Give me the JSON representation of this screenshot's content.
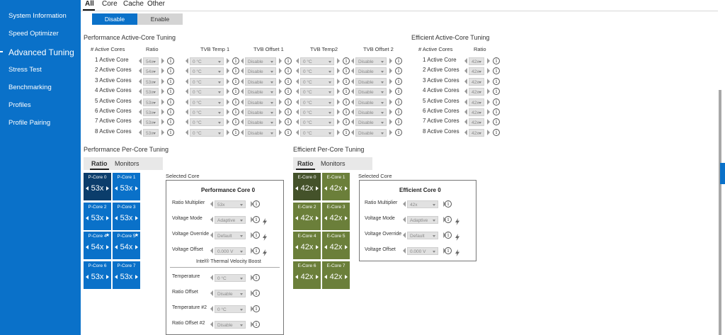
{
  "sidebar": {
    "items": [
      {
        "label": "System Information"
      },
      {
        "label": "Speed Optimizer"
      },
      {
        "label": "Advanced Tuning"
      },
      {
        "label": "Stress Test"
      },
      {
        "label": "Benchmarking"
      },
      {
        "label": "Profiles"
      },
      {
        "label": "Profile Pairing"
      }
    ],
    "active": "Advanced Tuning"
  },
  "top_tabs": [
    {
      "label": "All",
      "active": true
    },
    {
      "label": "Core",
      "active": false
    },
    {
      "label": "Cache",
      "active": false
    },
    {
      "label": "Other",
      "active": false
    }
  ],
  "toggle": {
    "disable": "Disable",
    "enable": "Enable",
    "selected": "Disable"
  },
  "perf_active": {
    "title": "Performance Active-Core Tuning",
    "headers": [
      "# Active Cores",
      "Ratio",
      "TVB Temp 1",
      "TVB Offset 1",
      "TVB Temp2",
      "TVB Offset 2"
    ],
    "rows": [
      {
        "label": "1 Active Core",
        "ratio": "54x",
        "t1": "0 °C",
        "o1": "Disable",
        "t2": "0 °C",
        "o2": "Disable"
      },
      {
        "label": "2 Active Cores",
        "ratio": "54x",
        "t1": "0 °C",
        "o1": "Disable",
        "t2": "0 °C",
        "o2": "Disable"
      },
      {
        "label": "3 Active Cores",
        "ratio": "53x",
        "t1": "0 °C",
        "o1": "Disable",
        "t2": "0 °C",
        "o2": "Disable"
      },
      {
        "label": "4 Active Cores",
        "ratio": "53x",
        "t1": "0 °C",
        "o1": "Disable",
        "t2": "0 °C",
        "o2": "Disable"
      },
      {
        "label": "5 Active Cores",
        "ratio": "53x",
        "t1": "0 °C",
        "o1": "Disable",
        "t2": "0 °C",
        "o2": "Disable"
      },
      {
        "label": "6 Active Cores",
        "ratio": "53x",
        "t1": "0 °C",
        "o1": "Disable",
        "t2": "0 °C",
        "o2": "Disable"
      },
      {
        "label": "7 Active Cores",
        "ratio": "53x",
        "t1": "0 °C",
        "o1": "Disable",
        "t2": "0 °C",
        "o2": "Disable"
      },
      {
        "label": "8 Active Cores",
        "ratio": "53x",
        "t1": "0 °C",
        "o1": "Disable",
        "t2": "0 °C",
        "o2": "Disable"
      }
    ]
  },
  "eff_active": {
    "title": "Efficient Active-Core Tuning",
    "headers": [
      "# Active Cores",
      "Ratio"
    ],
    "rows": [
      {
        "label": "1 Active Core",
        "ratio": "42x"
      },
      {
        "label": "2 Active Cores",
        "ratio": "42x"
      },
      {
        "label": "3 Active Cores",
        "ratio": "42x"
      },
      {
        "label": "4 Active Cores",
        "ratio": "42x"
      },
      {
        "label": "5 Active Cores",
        "ratio": "42x"
      },
      {
        "label": "6 Active Cores",
        "ratio": "42x"
      },
      {
        "label": "7 Active Cores",
        "ratio": "42x"
      },
      {
        "label": "8 Active Cores",
        "ratio": "42x"
      }
    ]
  },
  "perf_per_core": {
    "title": "Performance Per-Core Tuning",
    "tabs": [
      "Ratio",
      "Monitors"
    ],
    "cores": [
      {
        "name": "P-Core 0",
        "value": "53x",
        "selected": true
      },
      {
        "name": "P-Core 1",
        "value": "53x"
      },
      {
        "name": "P-Core 2",
        "value": "53x"
      },
      {
        "name": "P-Core 3",
        "value": "53x"
      },
      {
        "name": "P-Core 4",
        "value": "54x",
        "star": true
      },
      {
        "name": "P-Core 5",
        "value": "54x",
        "star": true
      },
      {
        "name": "P-Core 6",
        "value": "53x"
      },
      {
        "name": "P-Core 7",
        "value": "53x"
      }
    ],
    "selected_label": "Selected Core",
    "panel": {
      "title": "Performance Core 0",
      "fields": [
        {
          "label": "Ratio Multiplier",
          "value": "53x",
          "bolt": false
        },
        {
          "label": "Voltage Mode",
          "value": "Adaptive",
          "bolt": true
        },
        {
          "label": "Voltage Override",
          "value": "Default",
          "bolt": true
        },
        {
          "label": "Voltage Offset",
          "value": "0.000 V",
          "bolt": true
        }
      ],
      "tvb_title": "Intel® Thermal Velocity Boost",
      "tvb_fields": [
        {
          "label": "Temperature",
          "value": "0 °C"
        },
        {
          "label": "Ratio Offset",
          "value": "Disable"
        },
        {
          "label": "Temperature #2",
          "value": "0 °C"
        },
        {
          "label": "Ratio Offset #2",
          "value": "Disable"
        }
      ]
    }
  },
  "eff_per_core": {
    "title": "Efficient Per-Core Tuning",
    "tabs": [
      "Ratio",
      "Monitors"
    ],
    "cores": [
      {
        "name": "E-Core 0",
        "value": "42x",
        "selected": true
      },
      {
        "name": "E-Core 1",
        "value": "42x"
      },
      {
        "name": "E-Core 2",
        "value": "42x"
      },
      {
        "name": "E-Core 3",
        "value": "42x"
      },
      {
        "name": "E-Core 4",
        "value": "42x"
      },
      {
        "name": "E-Core 5",
        "value": "42x"
      },
      {
        "name": "E-Core 6",
        "value": "42x"
      },
      {
        "name": "E-Core 7",
        "value": "42x"
      }
    ],
    "selected_label": "Selected Core",
    "panel": {
      "title": "Efficient Core 0",
      "fields": [
        {
          "label": "Ratio Multiplier",
          "value": "42x",
          "bolt": false
        },
        {
          "label": "Voltage Mode",
          "value": "Adaptive",
          "bolt": true
        },
        {
          "label": "Voltage Override",
          "value": "Default",
          "bolt": true
        },
        {
          "label": "Voltage Offset",
          "value": "0.000 V",
          "bolt": true
        }
      ]
    }
  },
  "colors": {
    "accent": "#0a71c9",
    "pcore_selected": "#0b3d6b",
    "ecore": "#6b7f3a",
    "ecore_selected": "#44522a"
  },
  "icons": {
    "info": "info-circle-icon",
    "bolt": "lightning-bolt-icon",
    "left": "triangle-left-icon",
    "right": "triangle-right-icon",
    "star": "star-icon"
  }
}
